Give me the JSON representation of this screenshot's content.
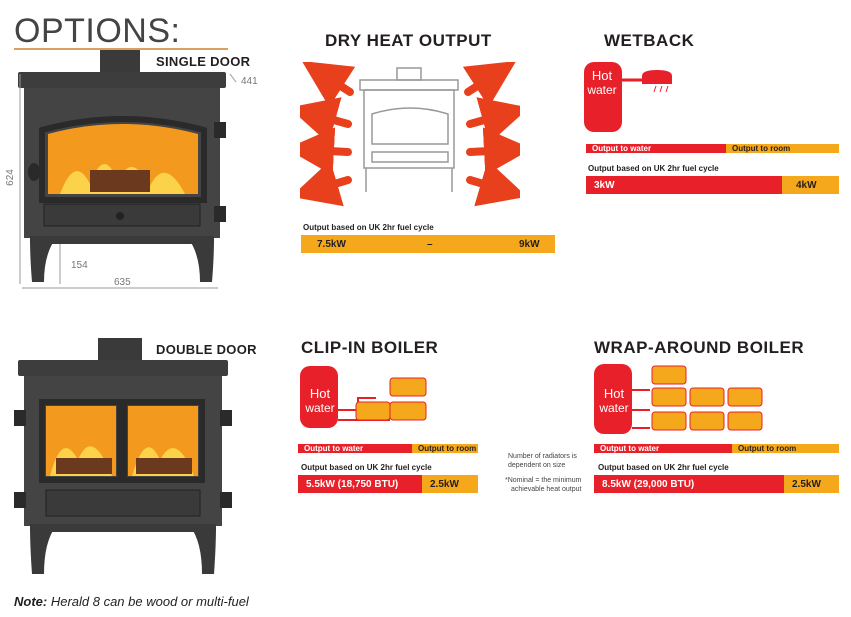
{
  "page": {
    "title": "OPTIONS:"
  },
  "single": {
    "label": "SINGLE DOOR",
    "dims": {
      "top": "441",
      "height": "624",
      "legs": "154",
      "width": "635"
    }
  },
  "double": {
    "label": "DOUBLE DOOR"
  },
  "dry": {
    "title": "DRY HEAT OUTPUT",
    "caption": "Output based on UK 2hr fuel cycle",
    "low": "7.5kW",
    "dash": "–",
    "high": "9kW"
  },
  "wetback": {
    "title": "WETBACK",
    "hot_water": [
      "Hot",
      "water"
    ],
    "to_water": "Output to water",
    "to_room": "Output to room",
    "caption": "Output based on UK 2hr fuel cycle",
    "water_kw": "3kW",
    "room_kw": "4kW"
  },
  "clipin": {
    "title": "CLIP-IN BOILER",
    "hot_water": [
      "Hot",
      "water"
    ],
    "to_water": "Output to water",
    "to_room": "Output to room",
    "caption": "Output based on UK 2hr fuel cycle",
    "water_kw": "5.5kW (18,750 BTU)",
    "room_kw": "2.5kW"
  },
  "wrap": {
    "title": "WRAP-AROUND BOILER",
    "hot_water": [
      "Hot",
      "water"
    ],
    "to_water": "Output to water",
    "to_room": "Output to room",
    "caption": "Output based on UK 2hr fuel cycle",
    "water_kw": "8.5kW (29,000 BTU)",
    "room_kw": "2.5kW"
  },
  "notes": {
    "radiators": [
      "Number of radiators is",
      "dependent on size"
    ],
    "nominal": [
      "*Nominal = the minimum",
      "achievable heat output"
    ],
    "footer_bold": "Note:",
    "footer_text": " Herald 8 can be wood or multi-fuel"
  },
  "colors": {
    "red": "#e8202a",
    "orange": "#f5a81c",
    "rule": "#d9a064",
    "stove": "#3a3a3a"
  }
}
